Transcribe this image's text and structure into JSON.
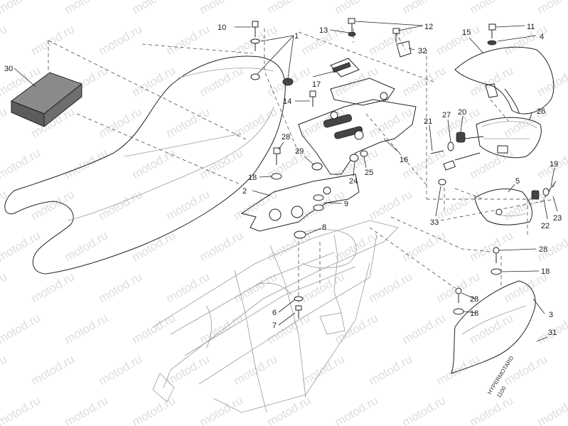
{
  "watermark": "motod.ru",
  "decal_text": "HYPERMOTARD",
  "decal_number": "1100",
  "callouts": {
    "n1": "1",
    "n2": "2",
    "n3": "3",
    "n4": "4",
    "n5": "5",
    "n6": "6",
    "n7": "7",
    "n8": "8",
    "n9": "9",
    "n10": "10",
    "n11": "11",
    "n12": "12",
    "n13": "13",
    "n14": "14",
    "n15": "15",
    "n16": "16",
    "n17": "17",
    "n18a": "18",
    "n18b": "18",
    "n18c": "18",
    "n19": "19",
    "n20": "20",
    "n21": "21",
    "n22": "22",
    "n23": "23",
    "n24": "24",
    "n25": "25",
    "n26": "26",
    "n27": "27",
    "n28a": "28",
    "n28b": "28",
    "n28c": "28",
    "n29": "29",
    "n30": "30",
    "n31": "31",
    "n32": "32",
    "n33": "33"
  },
  "colors": {
    "line": "#222222",
    "watermark": "#bfc3c8",
    "frame": "#9a9a9a"
  }
}
